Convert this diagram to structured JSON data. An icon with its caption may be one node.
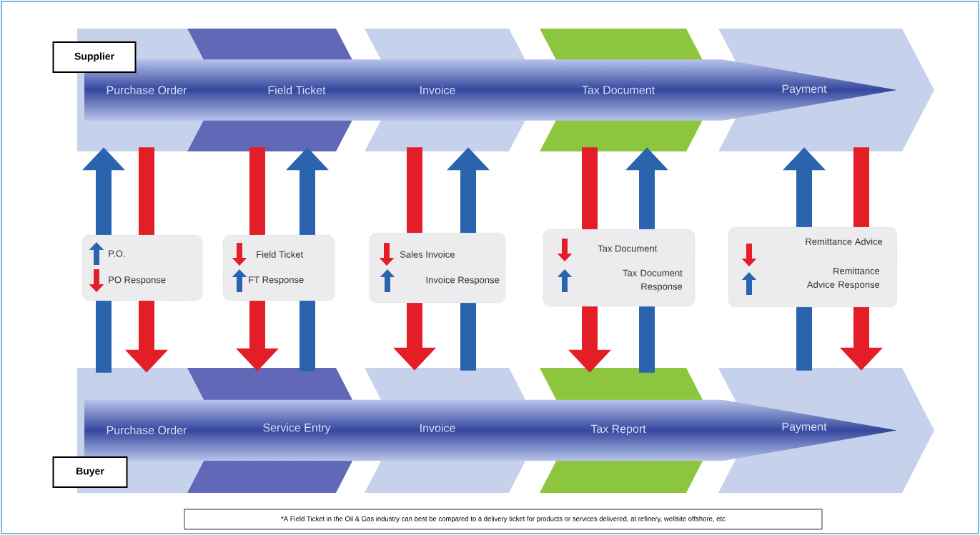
{
  "diagram": {
    "nodes": [
      {
        "text": [
          "Supplier"
        ]
      },
      {
        "text": [
          "Purchase Order"
        ]
      },
      {
        "text": [
          "Field Ticket"
        ]
      },
      {
        "text": [
          "Invoice"
        ]
      },
      {
        "text": [
          "Tax Document"
        ]
      },
      {
        "text": [
          "Payment"
        ]
      },
      {
        "text": [
          "Purchase Order"
        ]
      },
      {
        "text": [
          "Service Entry"
        ]
      },
      {
        "text": [
          "Invoice"
        ]
      },
      {
        "text": [
          "Tax Report"
        ]
      },
      {
        "text": [
          "Payment"
        ]
      },
      {
        "text": [
          "Buyer"
        ]
      },
      {
        "text": [
          "*A Field Ticket in the Oil & Gas industry can best be compared to a delivery ticket for products or services delivered, at refinery, wellsite offshore, etc"
        ]
      }
    ],
    "edges": [
      {
        "from": 6,
        "to": 1,
        "arrow": "to",
        "label": "P.O.",
        "color": "#2a64ae"
      },
      {
        "from": 1,
        "to": 6,
        "arrow": "to",
        "label": "PO Response",
        "color": "#e41e26"
      },
      {
        "from": 2,
        "to": 7,
        "arrow": "to",
        "label": "Field Ticket",
        "color": "#e41e26"
      },
      {
        "from": 7,
        "to": 2,
        "arrow": "to",
        "label": "FT Response",
        "color": "#2a64ae"
      },
      {
        "from": 3,
        "to": 8,
        "arrow": "to",
        "label": "Sales Invoice",
        "color": "#e41e26"
      },
      {
        "from": 8,
        "to": 3,
        "arrow": "to",
        "label": "Invoice Response",
        "color": "#2a64ae"
      },
      {
        "from": 4,
        "to": 9,
        "arrow": "to",
        "label": "Tax Document",
        "color": "#e41e26"
      },
      {
        "from": 9,
        "to": 4,
        "arrow": "to",
        "label": "Tax Document Response",
        "color": "#2a64ae"
      },
      {
        "from": 10,
        "to": 5,
        "arrow": "to",
        "label": "Remittance Advice Response",
        "color": "#2a64ae"
      },
      {
        "from": 5,
        "to": 10,
        "arrow": "to",
        "label": "Remittance Advice",
        "color": "#e41e26"
      }
    ]
  }
}
